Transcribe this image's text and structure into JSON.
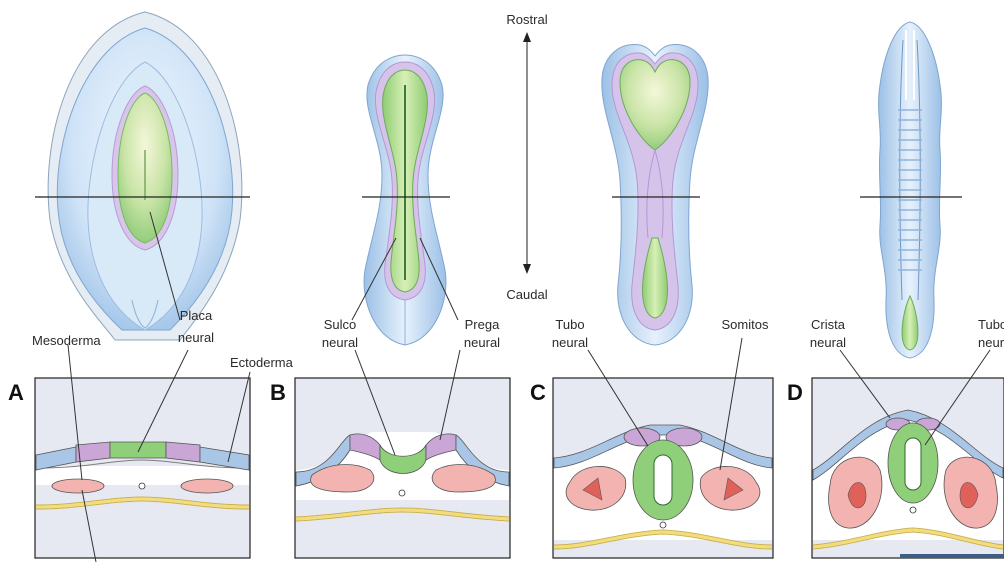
{
  "axis": {
    "rostral": "Rostral",
    "caudal": "Caudal"
  },
  "labels": {
    "placa_neural": [
      "Placa",
      "neural"
    ],
    "mesoderma": "Mesoderma",
    "ectoderma": "Ectoderma",
    "sulco_neural": [
      "Sulco",
      "neural"
    ],
    "prega_neural": [
      "Prega",
      "neural"
    ],
    "tubo_neural_c": [
      "Tubo",
      "neural"
    ],
    "somitos": "Somitos",
    "crista_neural": [
      "Crista",
      "neural"
    ],
    "tubo_neural_d": [
      "Tubo",
      "neur"
    ]
  },
  "panels": [
    "A",
    "B",
    "C",
    "D"
  ],
  "colors": {
    "neural": "#8fcf7a",
    "neural_dark": "#5fa84f",
    "crest": "#c9a6d6",
    "ectoderm": "#a9c6e6",
    "mesoderm": "#f3b3b0",
    "mesoderm_dark": "#e0605a",
    "endoderm": "#f2dc7c",
    "bg_section": "#e7e9f2",
    "scale_bar": "#3d5f86"
  }
}
